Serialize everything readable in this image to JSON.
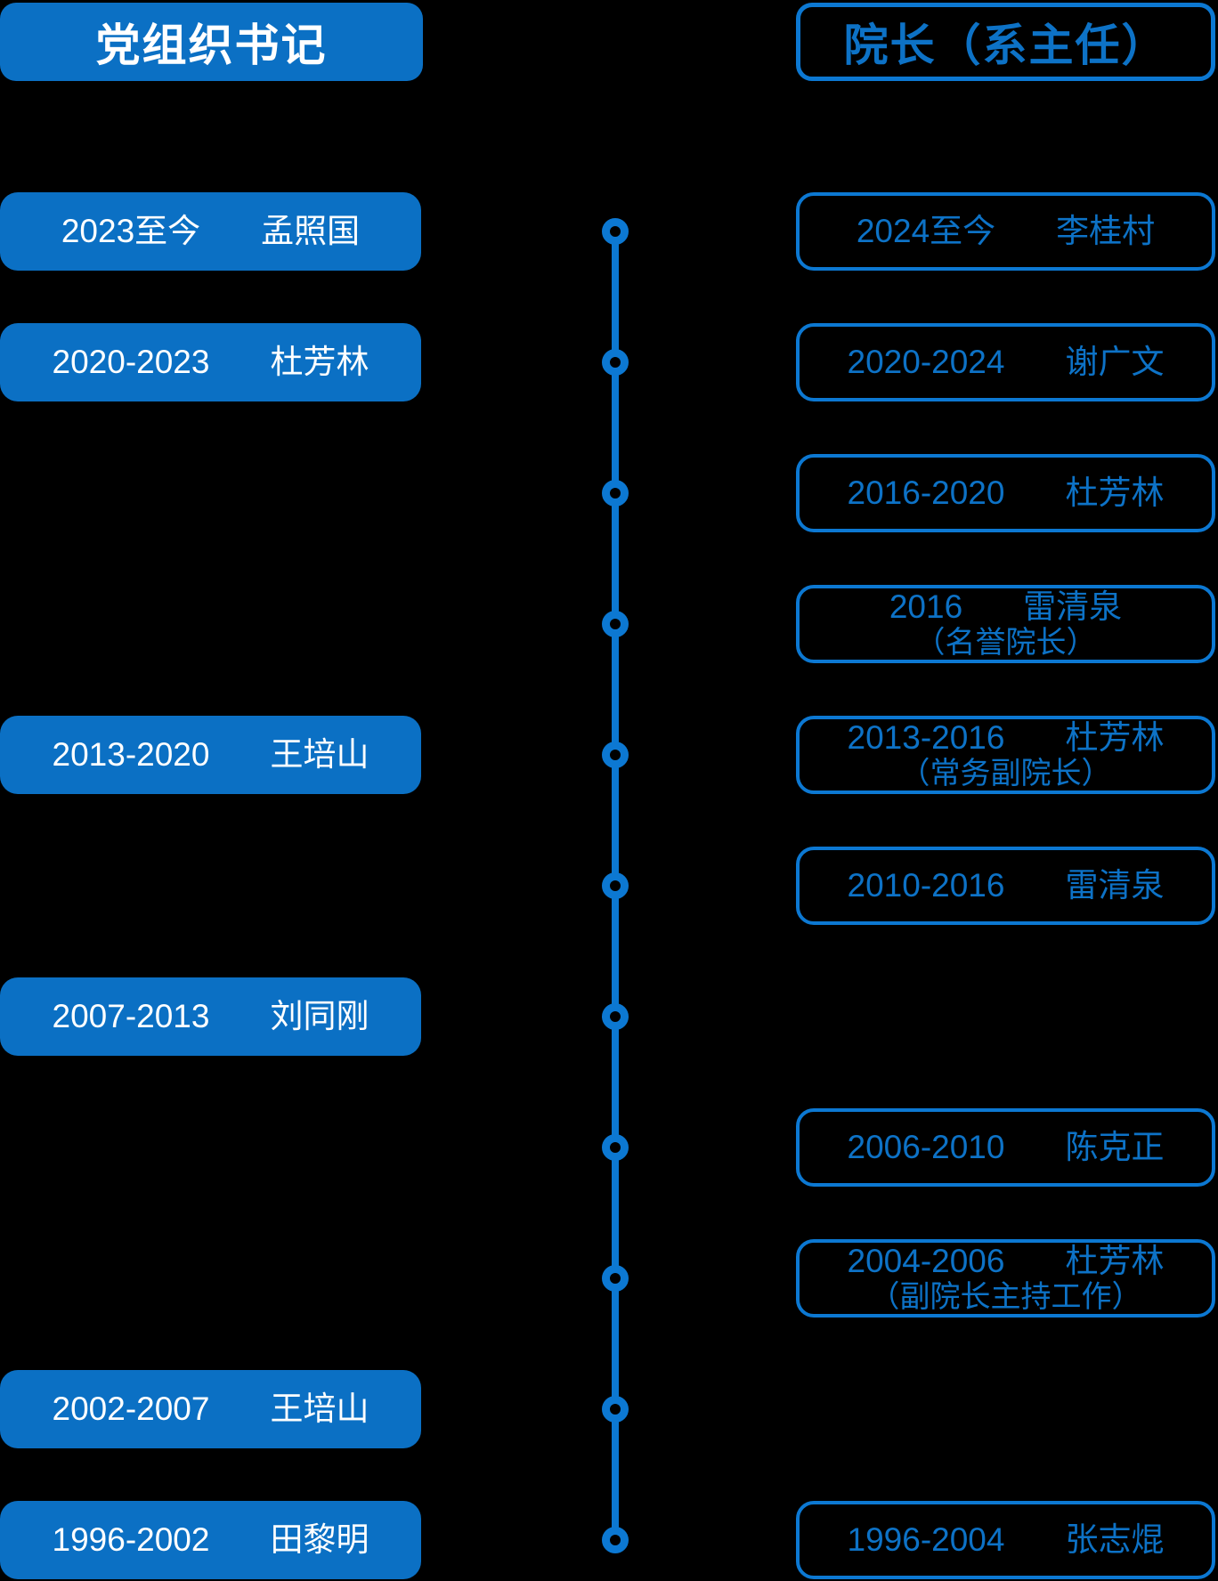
{
  "colors": {
    "background": "#000000",
    "box_fill": "#0B70C4",
    "outline": "#0C78D2",
    "text_blue": "#0D72C6",
    "text_white": "#FFFFFF"
  },
  "left_column": {
    "header": "党组织书记",
    "items": [
      {
        "row": 0,
        "period": "2023至今",
        "name": "孟照国"
      },
      {
        "row": 1,
        "period": "2020-2023",
        "name": "杜芳林"
      },
      {
        "row": 4,
        "period": "2013-2020",
        "name": "王培山"
      },
      {
        "row": 6,
        "period": "2007-2013",
        "name": "刘同刚"
      },
      {
        "row": 9,
        "period": "2002-2007",
        "name": "王培山"
      },
      {
        "row": 10,
        "period": "1996-2002",
        "name": "田黎明"
      }
    ]
  },
  "right_column": {
    "header": "院长（系主任）",
    "items": [
      {
        "row": 0,
        "period": "2024至今",
        "name": "李桂村"
      },
      {
        "row": 1,
        "period": "2020-2024",
        "name": "谢广文"
      },
      {
        "row": 2,
        "period": "2016-2020",
        "name": "杜芳林"
      },
      {
        "row": 3,
        "period": "2016",
        "name": "雷清泉",
        "note": "（名誉院长）"
      },
      {
        "row": 4,
        "period": "2013-2016",
        "name": "杜芳林",
        "note": "（常务副院长）"
      },
      {
        "row": 5,
        "period": "2010-2016",
        "name": "雷清泉"
      },
      {
        "row": 7,
        "period": "2006-2010",
        "name": "陈克正"
      },
      {
        "row": 8,
        "period": "2004-2006",
        "name": "杜芳林",
        "note": "（副院长主持工作）"
      },
      {
        "row": 10,
        "period": "1996-2004",
        "name": "张志焜"
      }
    ]
  },
  "timeline": {
    "dot_count": 11
  }
}
